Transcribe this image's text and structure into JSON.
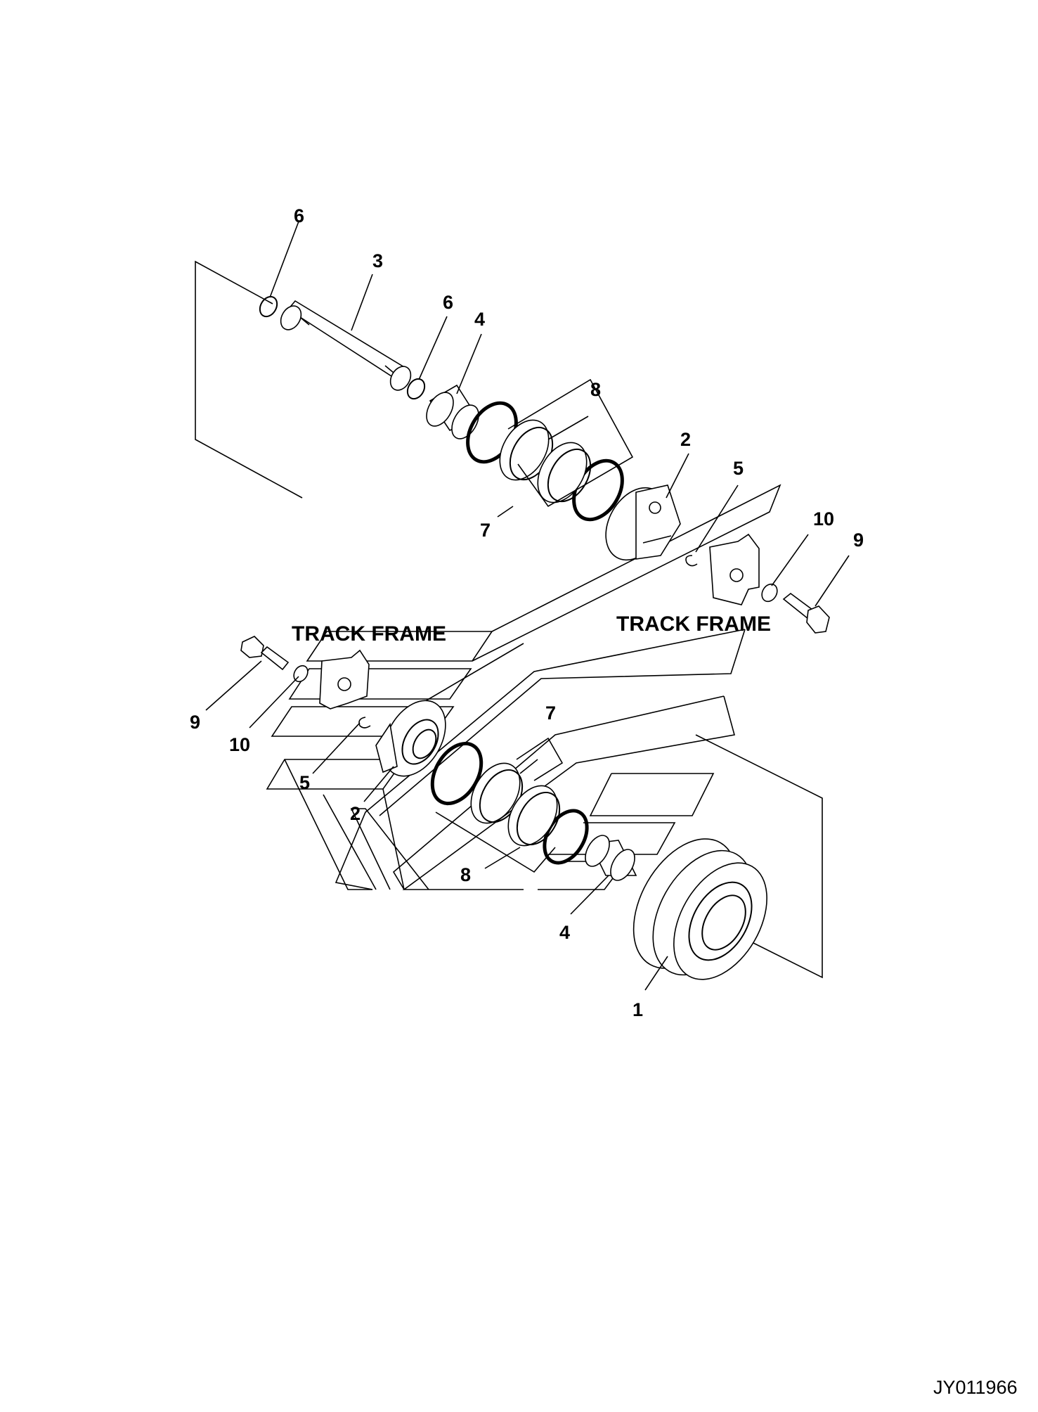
{
  "labels": {
    "track_frame_left": "TRACK FRAME",
    "track_frame_right": "TRACK FRAME",
    "drawing_code": "JY011966"
  },
  "callouts": {
    "p1": "1",
    "p2_top": "2",
    "p2_bottom": "2",
    "p3": "3",
    "p4_top": "4",
    "p4_bottom": "4",
    "p5_top": "5",
    "p5_bottom": "5",
    "p6_a": "6",
    "p6_b": "6",
    "p7_top": "7",
    "p7_bottom": "7",
    "p8_top": "8",
    "p8_bottom": "8",
    "p9_right": "9",
    "p9_left": "9",
    "p10_right": "10",
    "p10_left": "10"
  }
}
